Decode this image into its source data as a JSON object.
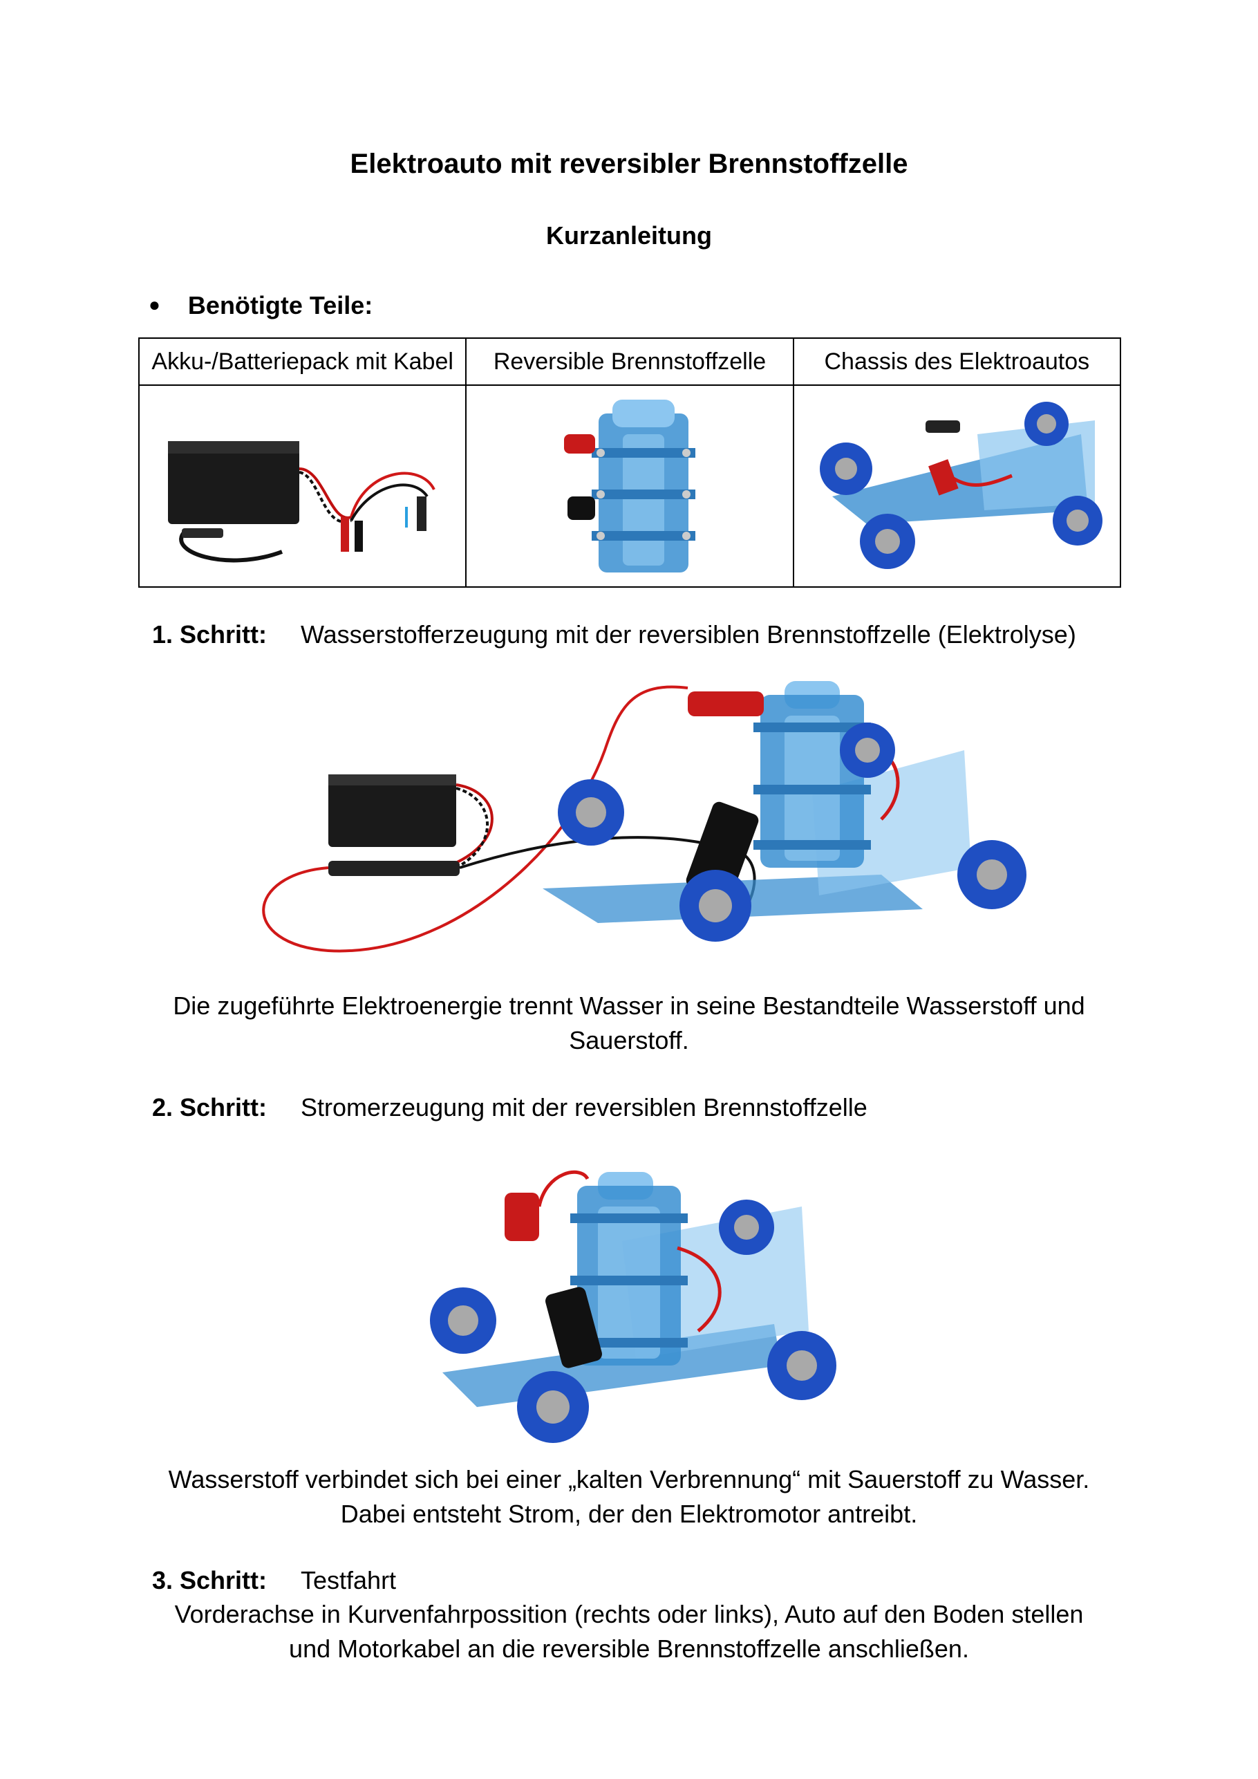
{
  "title": "Elektroauto mit reversibler Brennstoffzelle",
  "subtitle": "Kurzanleitung",
  "parts_heading": "Benötigte Teile:",
  "parts_table": {
    "headers": [
      "Akku-/Batteriepack mit Kabel",
      "Reversible Brennstoffzelle",
      "Chassis des Elektroautos"
    ]
  },
  "steps": [
    {
      "label": "1. Schritt:",
      "title": "Wasserstofferzeugung mit der reversiblen Brennstoffzelle (Elektrolyse)",
      "caption": [
        "Die zugeführte Elektroenergie trennt Wasser in seine Bestandteile Wasserstoff und",
        "Sauerstoff."
      ]
    },
    {
      "label": "2. Schritt:",
      "title": "Stromerzeugung mit der reversiblen Brennstoffzelle",
      "caption": [
        "Wasserstoff verbindet sich bei einer „kalten Verbrennung“ mit Sauerstoff zu Wasser.",
        "Dabei entsteht Strom, der den Elektromotor antreibt."
      ]
    },
    {
      "label": "3. Schritt:",
      "title": "Testfahrt",
      "caption": [
        "Vorderachse in Kurvenfahrpossition (rechts oder links), Auto auf den Boden stellen",
        "und Motorkabel an die reversible Brennstoffzelle anschließen."
      ]
    }
  ],
  "colors": {
    "plastic_blue": "#3a8fd1",
    "plastic_light": "#8cc6f0",
    "wheel_blue": "#1f4fc2",
    "hub_gray": "#a9a9a9",
    "wire_red": "#d01818",
    "plug_red": "#c81a1a",
    "battery_black": "#1a1a1a"
  }
}
